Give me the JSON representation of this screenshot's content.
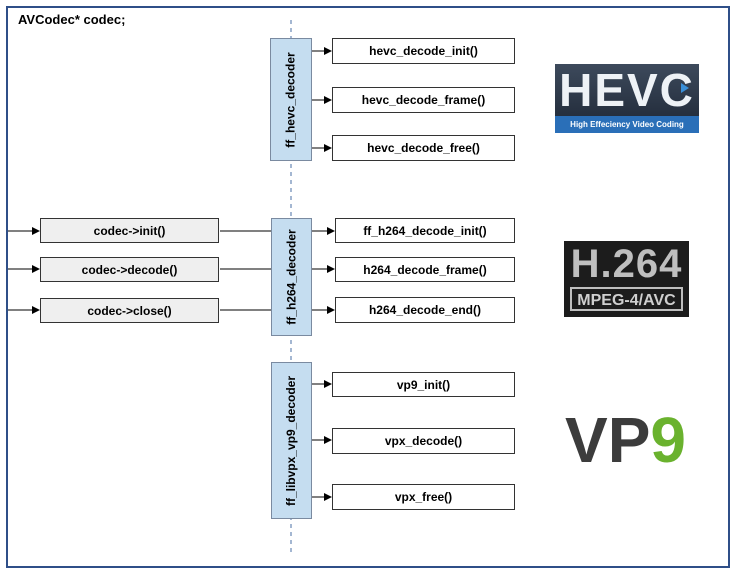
{
  "title": "AVCodec* codec;",
  "api_calls": [
    "codec->init()",
    "codec->decode()",
    "codec->close()"
  ],
  "decoders": [
    {
      "name": "ff_hevc_decoder",
      "functions": [
        "hevc_decode_init()",
        "hevc_decode_frame()",
        "hevc_decode_free()"
      ]
    },
    {
      "name": "ff_h264_decoder",
      "functions": [
        "ff_h264_decode_init()",
        "h264_decode_frame()",
        "h264_decode_end()"
      ]
    },
    {
      "name": "ff_libvpx_vp9_decoder",
      "functions": [
        "vp9_init()",
        "vpx_decode()",
        "vpx_free()"
      ]
    }
  ],
  "logos": {
    "hevc": {
      "main": "HEVC",
      "tagline": "High Effeciency Video Coding"
    },
    "h264": {
      "main": "H.264",
      "sub": "MPEG-4/AVC"
    },
    "vp9": {
      "main": "VP",
      "digit": "9"
    }
  },
  "colors": {
    "frame_border": "#2f4f88",
    "decoder_fill": "#c5ddf0",
    "api_fill": "#efefef"
  }
}
